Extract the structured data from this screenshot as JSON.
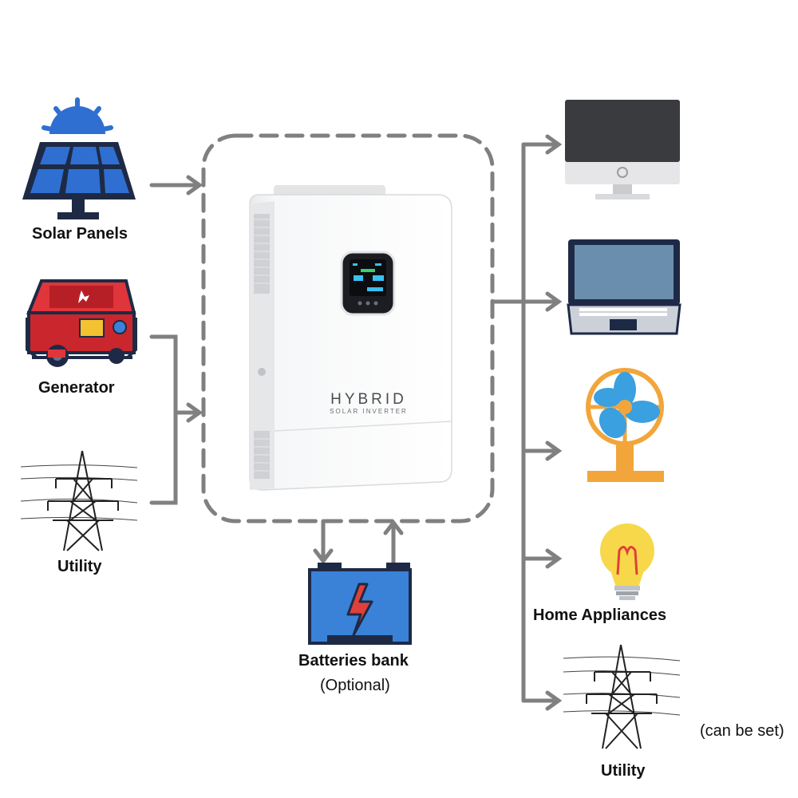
{
  "sources": {
    "solar_label": "Solar Panels",
    "generator_label": "Generator",
    "utility_label": "Utility"
  },
  "inverter": {
    "brand_text": "HYBRID",
    "sub_text": "SOLAR INVERTER"
  },
  "battery": {
    "label": "Batteries bank",
    "note": "(Optional)"
  },
  "loads": {
    "home_appliances_label": "Home Appliances",
    "utility_label": "Utility",
    "utility_note": "(can be set)"
  },
  "colors": {
    "connector": "#808080",
    "solar_blue": "#2f6fd1",
    "icon_navy": "#1e2a45",
    "generator_red": "#e0353b",
    "battery_blue": "#3a82d8",
    "bolt_red": "#e0403a",
    "fan_blue": "#3aa0e0",
    "fan_orange": "#f2a53a",
    "bulb_yellow": "#f7d84a",
    "inverter_white": "#f4f5f6"
  }
}
